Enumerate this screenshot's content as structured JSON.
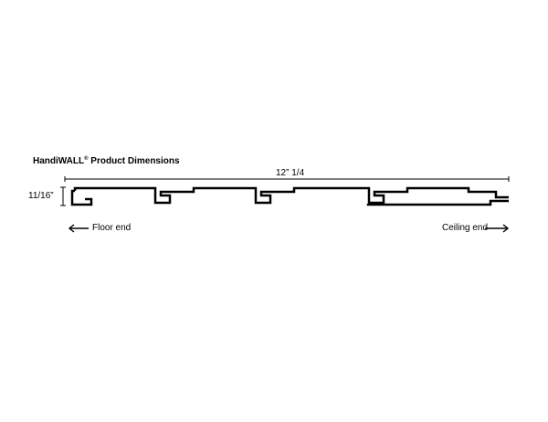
{
  "title": {
    "main": "HandiWALL",
    "mark": "®",
    "rest": " Product Dimensions"
  },
  "dimensions": {
    "width": "12” 1/4",
    "thickness": "11/16”"
  },
  "ends": {
    "floor": "Floor end",
    "ceiling": "Ceiling end"
  },
  "colors": {
    "profile": "#000000",
    "background": "#ffffff"
  }
}
